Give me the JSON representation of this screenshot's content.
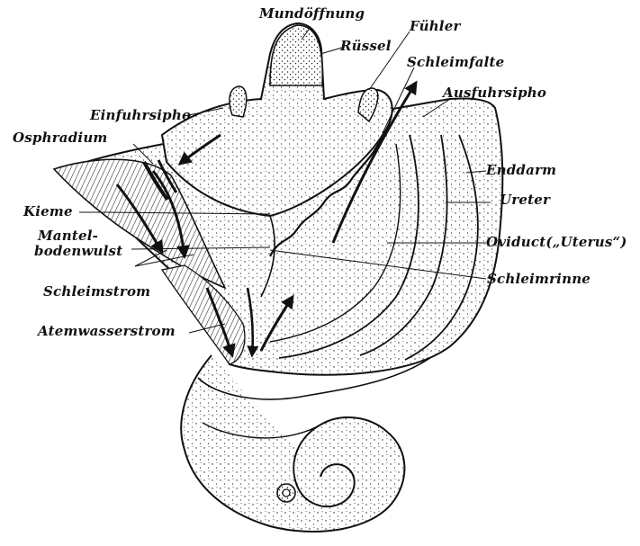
{
  "figure": {
    "labels": {
      "mundoeffnung": "Mundöffnung",
      "fuehler": "Fühler",
      "ruessel": "Rüssel",
      "schleimfalte": "Schleimfalte",
      "ausfuhrsipho": "Ausfuhrsipho",
      "einfuhrsipho": "Einfuhrsipho",
      "osphradium": "Osphradium",
      "enddarm": "Enddarm",
      "ureter": "Ureter",
      "kieme": "Kieme",
      "mantelbodenwulst_line1": "Mantel-",
      "mantelbodenwulst_line2": "bodenwulst",
      "oviduct": "Oviduct(„Uterus“)",
      "schleimstrom": "Schleimstrom",
      "schleimrinne": "Schleimrinne",
      "atemwasserstrom": "Atemwasserstrom"
    },
    "colors": {
      "ink": "#111111",
      "stipple": "#222222",
      "paper": "#ffffff"
    }
  }
}
